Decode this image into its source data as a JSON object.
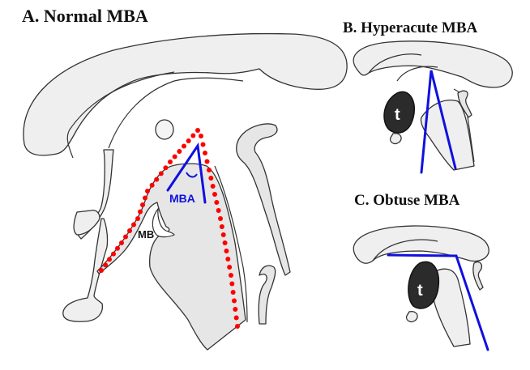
{
  "figure": {
    "panels": [
      {
        "id": "A",
        "title": "A. Normal MBA",
        "labels": {
          "angle": "MBA",
          "body": "MB"
        }
      },
      {
        "id": "B",
        "title": "B. Hyperacute MBA",
        "labels": {
          "tumor": "t"
        }
      },
      {
        "id": "C",
        "title": "C. Obtuse MBA",
        "labels": {
          "tumor": "t"
        }
      }
    ],
    "colors": {
      "angle_line": "#1010e0",
      "dotted_line": "#ff0000",
      "tumor": "#2b2b2b",
      "tissue": "#efefef"
    },
    "icons": {
      "tumor_marker": "tumor-icon",
      "angle_arc": "angle-arc-icon"
    }
  }
}
